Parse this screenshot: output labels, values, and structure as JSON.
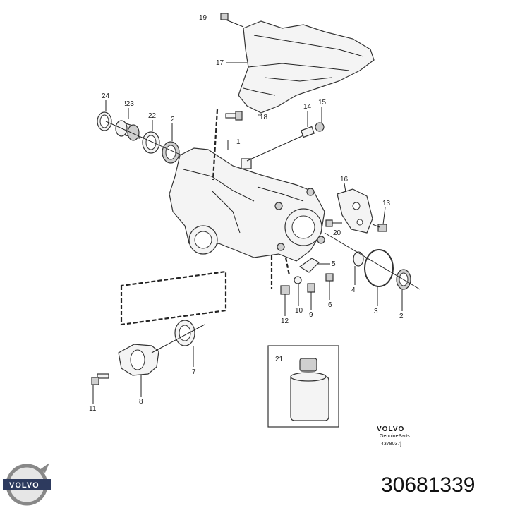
{
  "callouts": {
    "c1": "1",
    "c2a": "2",
    "c2b": "2",
    "c3": "3",
    "c4": "4",
    "c5": "5",
    "c6": "6",
    "c7": "7",
    "c8": "8",
    "c9": "9",
    "c10": "10",
    "c11": "11",
    "c12": "12",
    "c13": "13",
    "c14": "14",
    "c15": "15",
    "c16": "16",
    "c17": "17",
    "c18": "'18",
    "c19": "19",
    "c20": "20",
    "c21": "21",
    "c22": "22",
    "c23": "!23",
    "c24": "24"
  },
  "stamp": {
    "brand": "VOLVO",
    "genuine": "GenuineParts",
    "drawing_no": "4378037j"
  },
  "footer": {
    "logo_text": "VOLVO",
    "part_number": "30681339"
  }
}
